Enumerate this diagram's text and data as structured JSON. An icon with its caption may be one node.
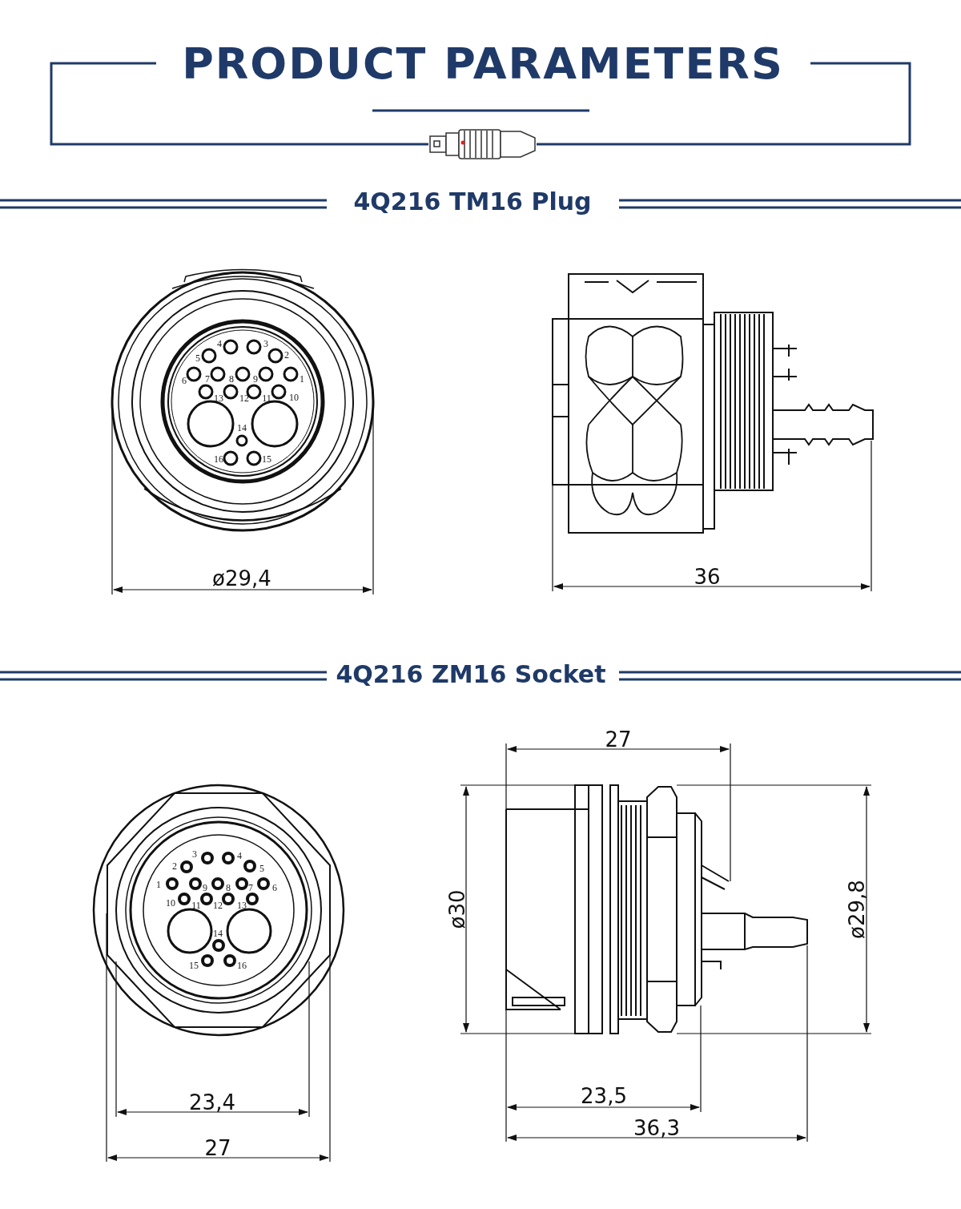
{
  "diagram": {
    "title": "PRODUCT PARAMETERS",
    "labels": [
      "4Q216 TM16 Plug",
      "4",
      "3",
      "5",
      "2",
      "6",
      "7",
      "8",
      "9",
      "1",
      "13",
      "12",
      "11",
      "10",
      "14",
      "16",
      "15",
      "ø29,4",
      "36",
      "4Q216 ZM16 Socket",
      "3",
      "4",
      "2",
      "5",
      "1",
      "9",
      "8",
      "7",
      "6",
      "10",
      "11",
      "12",
      "13",
      "14",
      "15",
      "16",
      "27",
      "ø30",
      "ø29,8",
      "23,5",
      "36,3",
      "23,4",
      "27"
    ]
  }
}
